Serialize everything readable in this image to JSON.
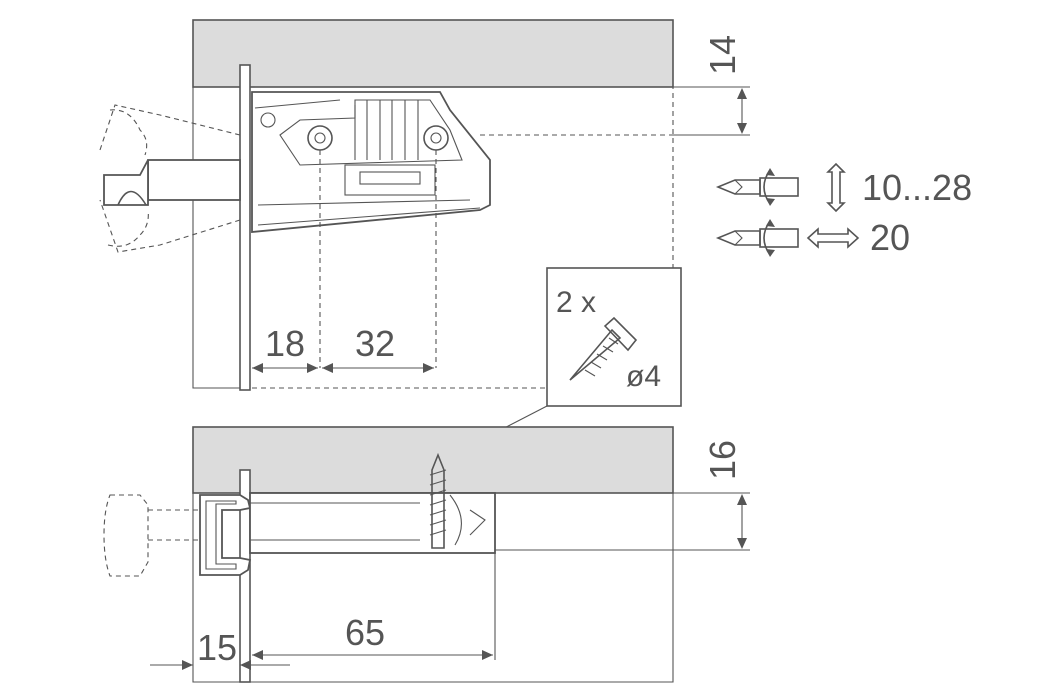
{
  "dimensions": {
    "top_panel_thickness": "14",
    "top_offset_1": "18",
    "top_offset_2": "32",
    "bottom_panel_thickness": "16",
    "bottom_offset_1": "15",
    "bottom_depth": "65"
  },
  "tools": {
    "vertical_range": "10...28",
    "horizontal_range": "20"
  },
  "screw_callout": {
    "quantity": "2 x",
    "diameter": "ø4"
  },
  "icons": [
    "screwdriver-icon",
    "vertical-arrow-icon",
    "horizontal-arrow-icon",
    "screw-icon"
  ]
}
